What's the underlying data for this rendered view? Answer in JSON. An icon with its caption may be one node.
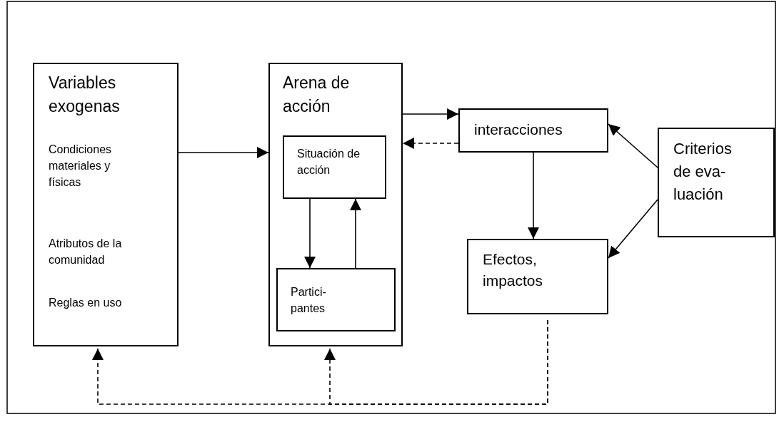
{
  "diagram": {
    "nodes": [
      {
        "text": [
          "Variables exogenas",
          "Condiciones materiales y físicas",
          "Atributos de la comunidad",
          "Reglas en uso"
        ]
      },
      {
        "text": [
          "Arena de acción"
        ]
      },
      {
        "text": [
          "Situación de acción"
        ],
        "in": 1
      },
      {
        "text": [
          "Partici- pantes"
        ],
        "in": 1
      },
      {
        "text": [
          "interacciones"
        ]
      },
      {
        "text": [
          "Efectos, impactos"
        ]
      },
      {
        "text": [
          "Criterios de eva- luación"
        ]
      }
    ],
    "edges": [
      {
        "from": 0,
        "to": 1,
        "arrow": "to"
      },
      {
        "from": 1,
        "to": 4,
        "arrow": "to"
      },
      {
        "from": 4,
        "to": 1,
        "arrow": "to",
        "style": "dashed"
      },
      {
        "from": 2,
        "to": 3,
        "arrow": "to"
      },
      {
        "from": 3,
        "to": 2,
        "arrow": "to"
      },
      {
        "from": 4,
        "to": 5,
        "arrow": "to"
      },
      {
        "from": 6,
        "to": 4,
        "arrow": "to"
      },
      {
        "from": 6,
        "to": 5,
        "arrow": "to"
      },
      {
        "from": 5,
        "to": 0,
        "arrow": "to",
        "style": "dashed"
      },
      {
        "from": 5,
        "to": 1,
        "arrow": "to",
        "style": "dashed"
      }
    ]
  }
}
